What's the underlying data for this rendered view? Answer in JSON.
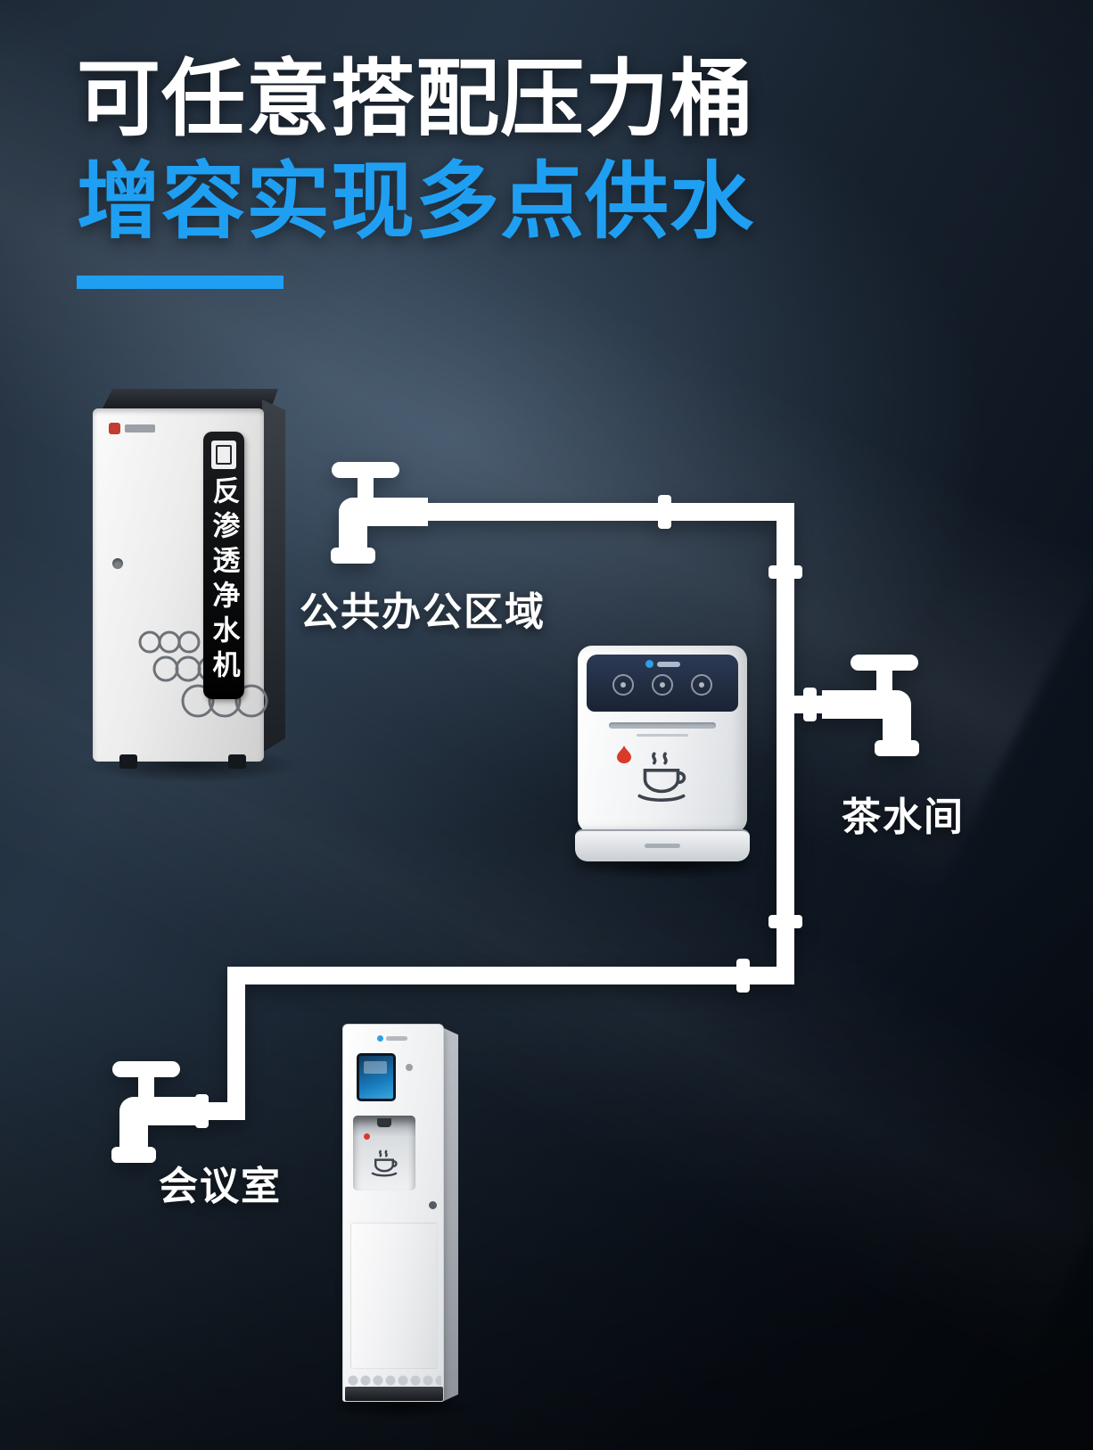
{
  "poster": {
    "title": "可任意搭配压力桶",
    "subtitle": "增容实现多点供水"
  },
  "diagram": {
    "machine_side_text": "反渗透净水机",
    "labels": {
      "office_area": "公共办公区域",
      "tea_room": "茶水间",
      "meeting_room": "会议室"
    }
  },
  "icons": {
    "faucet": "faucet-icon",
    "teacup": "teacup-icon",
    "flame": "flame-icon",
    "lock": "keyhole-icon"
  },
  "colors": {
    "accent_blue": "#1f9ff2",
    "pipe_white": "#ffffff",
    "background_dark": "#0b121c",
    "screen_navy": "#223049",
    "flame_red": "#d93a2b"
  }
}
